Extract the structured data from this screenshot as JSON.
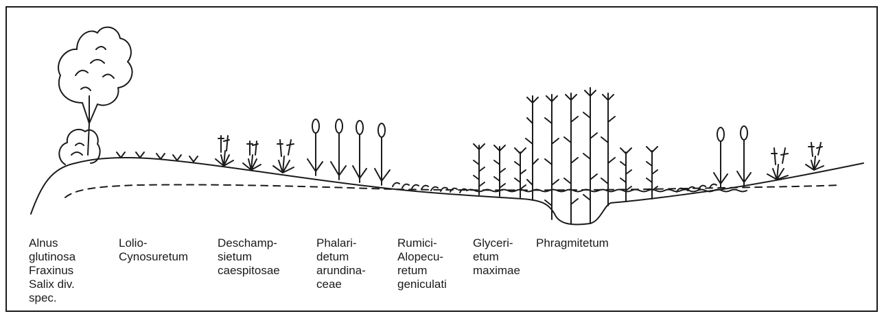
{
  "labels": [
    {
      "key": "alnus",
      "lines": [
        "Alnus",
        "glutinosa",
        "Fraxinus",
        "Salix div.",
        "spec."
      ]
    },
    {
      "key": "lolio",
      "lines": [
        "Lolio-",
        "Cynosuretum"
      ]
    },
    {
      "key": "deschampsia",
      "lines": [
        "Deschamp-",
        "sietum",
        "caespitosae"
      ]
    },
    {
      "key": "phalaris",
      "lines": [
        "Phalari-",
        "detum",
        "arundina-",
        "ceae"
      ]
    },
    {
      "key": "rumici",
      "lines": [
        "Rumici-",
        "Alopecu-",
        "retum",
        "geniculati"
      ]
    },
    {
      "key": "glyceria",
      "lines": [
        "Glyceri-",
        "etum",
        "maximae"
      ]
    },
    {
      "key": "phragmites",
      "lines": [
        "Phragmitetum"
      ]
    }
  ],
  "colors": {
    "ink": "#1a1a1a",
    "background": "#ffffff"
  }
}
